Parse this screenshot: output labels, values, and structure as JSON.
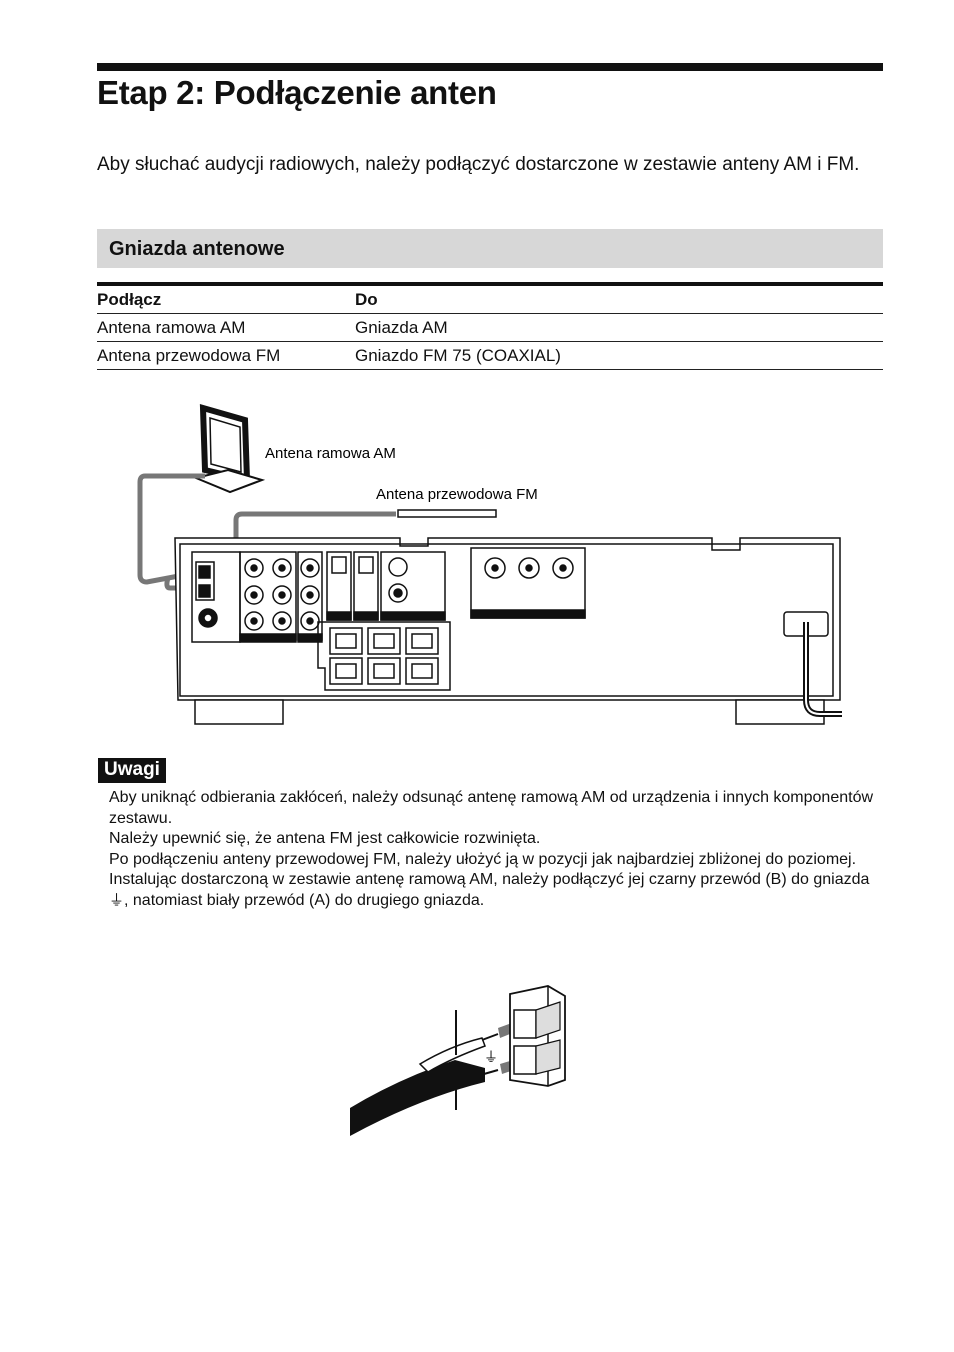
{
  "page": {
    "title": "Etap 2: Podłączenie anten",
    "intro": "Aby słuchać audycji radiowych, należy podłączyć dostarczone w zestawie anteny AM i FM."
  },
  "section": {
    "title": "Gniazda antenowe"
  },
  "table": {
    "headers": [
      "Podłącz",
      "Do"
    ],
    "rows": [
      [
        "Antena ramowa AM",
        "Gniazda AM"
      ],
      [
        "Antena przewodowa FM",
        "Gniazdo FM 75    (COAXIAL)"
      ]
    ]
  },
  "diagram": {
    "label_am": "Antena ramowa AM",
    "label_fm": "Antena przewodowa FM"
  },
  "notes": {
    "title": "Uwagi",
    "items": [
      "Aby uniknąć odbierania zakłóceń, należy odsunąć antenę ramową AM od urządzenia i innych komponentów zestawu.",
      "Należy upewnić się, że antena FM jest całkowicie rozwinięta.",
      "Po podłączeniu anteny przewodowej FM, należy ułożyć ją w pozycji jak najbardziej zbliżonej do poziomej.",
      "Instalując dostarczoną w zestawie antenę ramową AM, należy podłączyć jej czarny przewód (B) do gniazda",
      ", natomiast biały przewód (A) do drugiego gniazda."
    ],
    "ground_symbol": "⏚"
  }
}
